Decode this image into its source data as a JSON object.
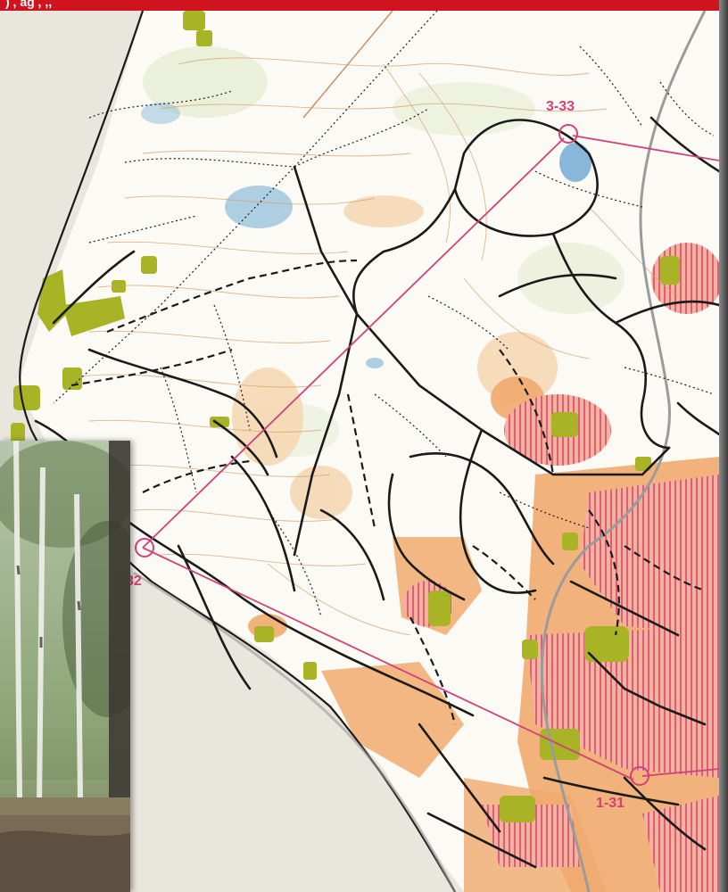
{
  "header": {
    "title": ") , ag  ,   ,, "
  },
  "colors": {
    "header_red": "#cf1420",
    "course_magenta": "#d2417a",
    "track_black": "#1a1a1a",
    "open_land": "#f2b27a",
    "rough_open": "#f6d9b6",
    "green": "#a8b326",
    "marsh_blue": "#7bb6d9"
  },
  "map": {
    "controls": [
      {
        "label": "3-33",
        "icon": "control-circle-icon"
      },
      {
        "label": "32",
        "icon": "control-circle-icon"
      },
      {
        "label": "1-31",
        "icon": "control-circle-icon"
      }
    ]
  },
  "photo": {
    "subject": "forest-photo"
  }
}
